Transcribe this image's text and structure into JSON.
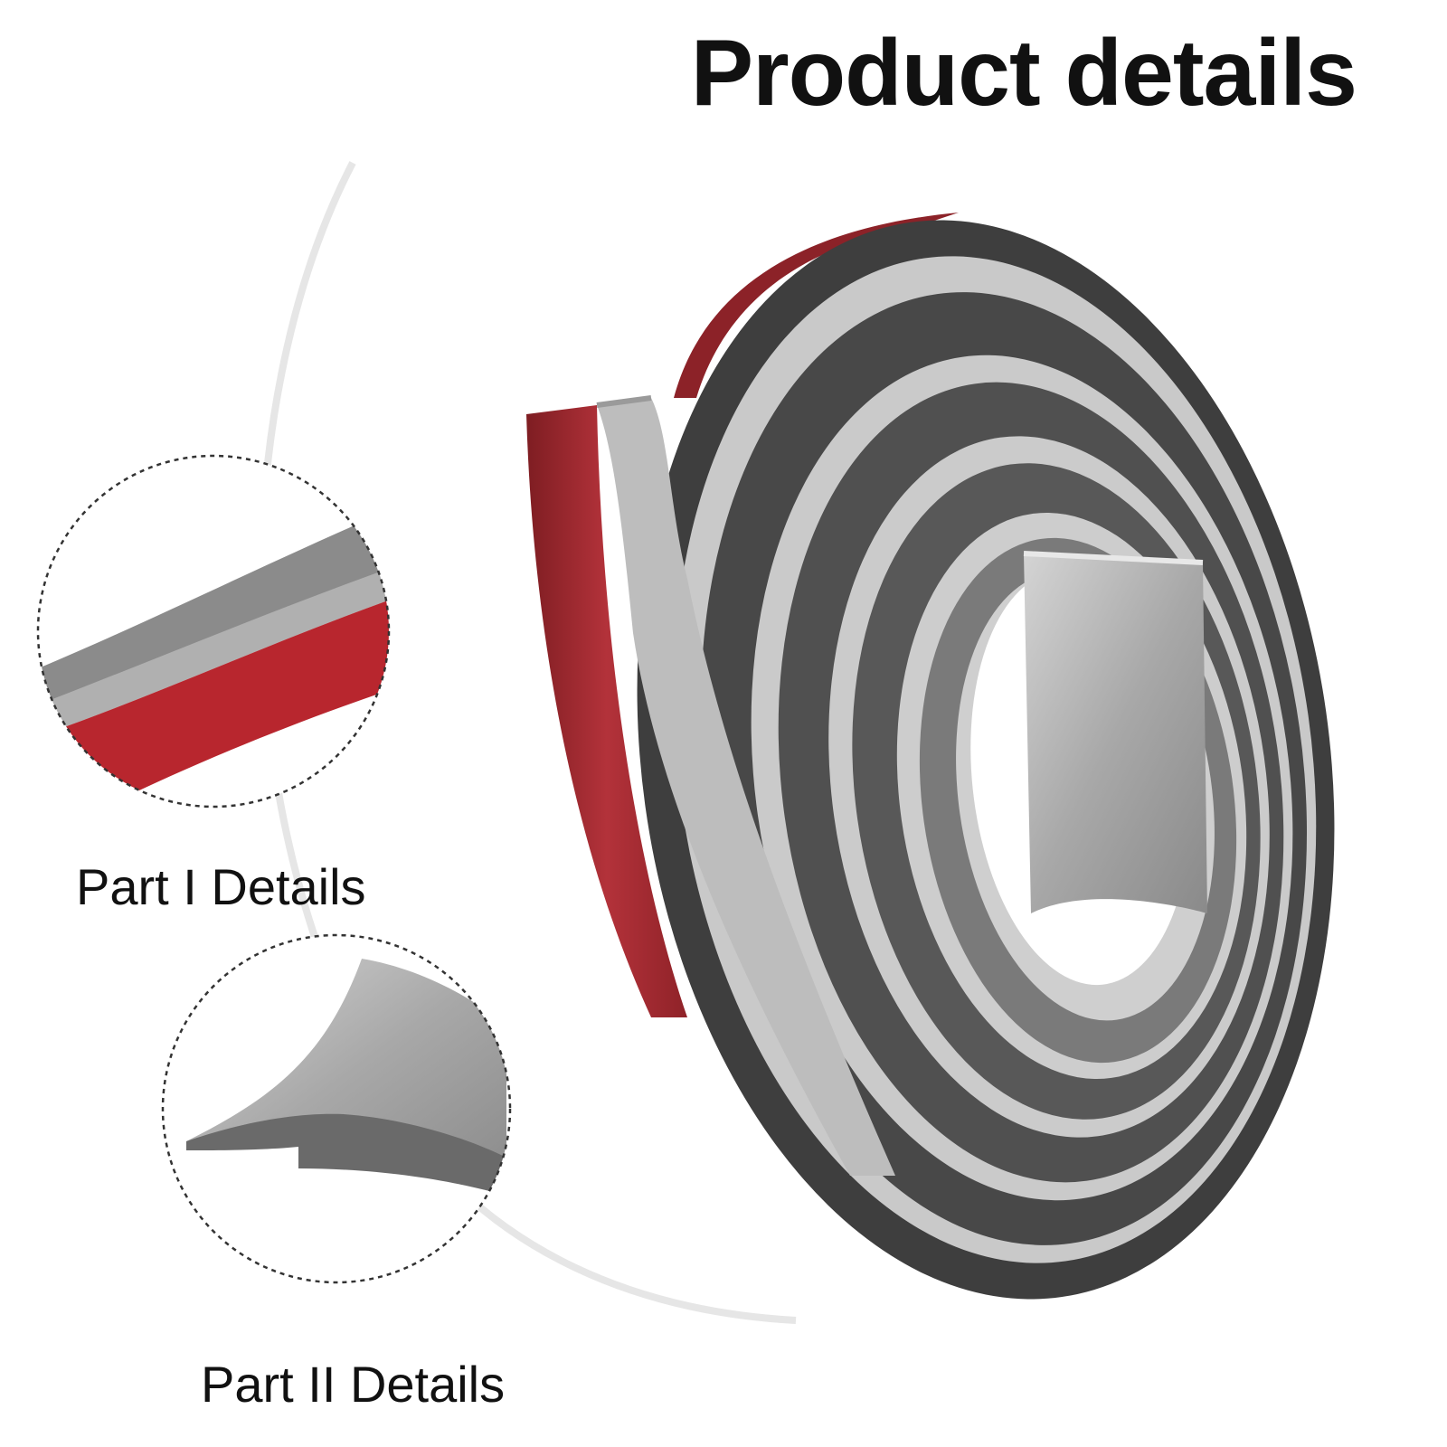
{
  "title": "Product details",
  "detail_1": {
    "label": "Part I Details"
  },
  "detail_2": {
    "label": "Part II Details"
  },
  "colors": {
    "background": "#ffffff",
    "text": "#111111",
    "adhesive_red": "#a52a30",
    "strip_light_grey": "#c8c8c8",
    "strip_dark_grey": "#4a4a4a",
    "dashed_circle": "#333333"
  }
}
